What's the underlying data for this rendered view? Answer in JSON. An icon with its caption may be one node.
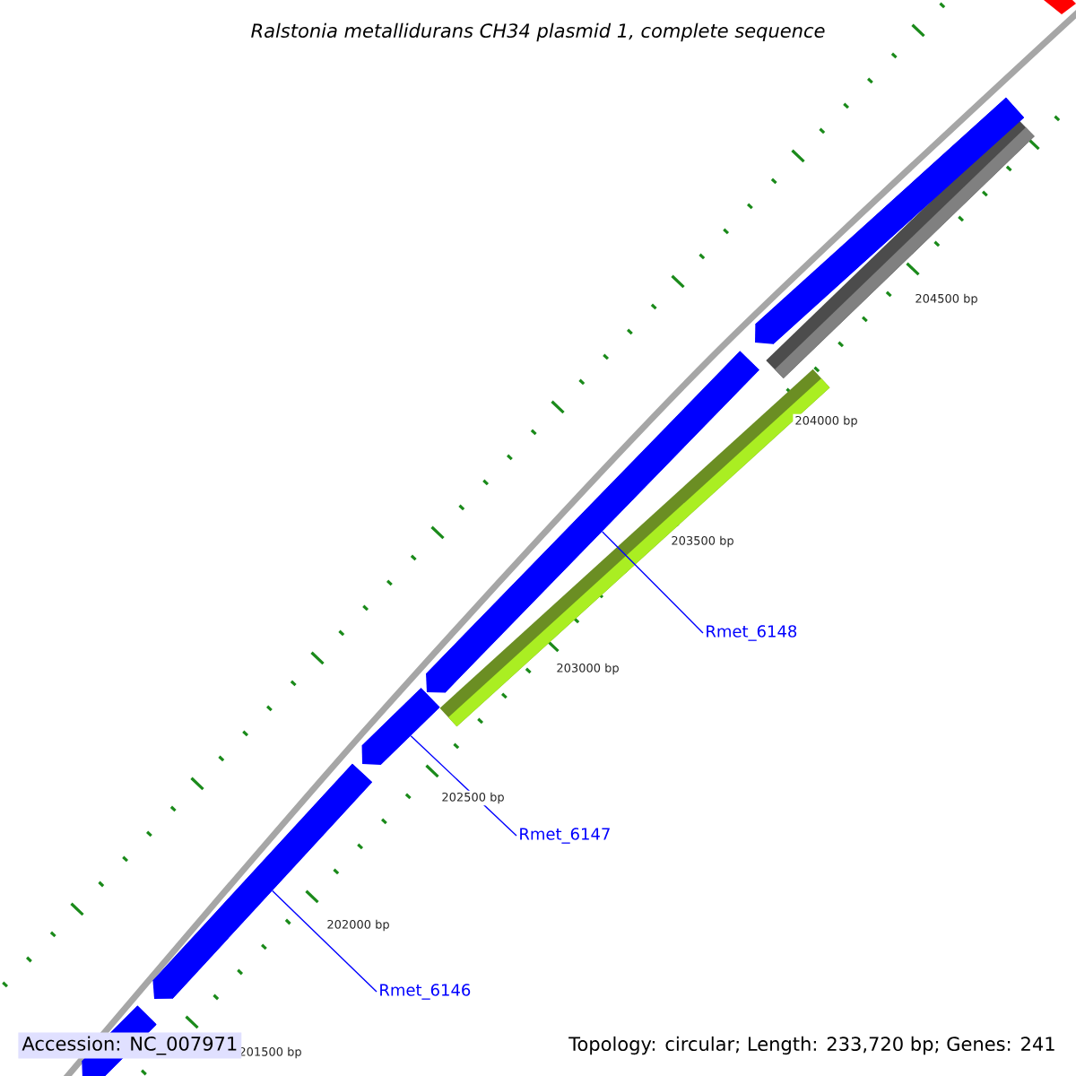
{
  "diagram": {
    "title": "Ralstonia metallidurans CH34 plasmid 1, complete sequence",
    "nodes": [
      {
        "text": [],
        "shape": "bar"
      },
      {
        "text": [],
        "shape": "bar"
      },
      {
        "text": [],
        "shape": "bar"
      },
      {
        "text": [],
        "shape": "bar"
      },
      {
        "text": [],
        "shape": "bar"
      },
      {
        "text": [
          "Rmet_6148"
        ]
      },
      {
        "text": [
          "Rmet_6147"
        ]
      },
      {
        "text": [
          "Rmet_6146"
        ]
      }
    ],
    "edges": [
      {
        "from": 5,
        "to": 1,
        "arrow": "none"
      },
      {
        "from": 6,
        "to": 2,
        "arrow": "none"
      },
      {
        "from": 7,
        "to": 3,
        "arrow": "none"
      }
    ],
    "labels": [
      "204500 bp",
      "204000 bp",
      "203500 bp",
      "203000 bp",
      "202500 bp",
      "202000 bp",
      "201500 bp",
      "Accession: NC_007971",
      "Topology: circular; Length: 233,720 bp; Genes: 241"
    ]
  }
}
